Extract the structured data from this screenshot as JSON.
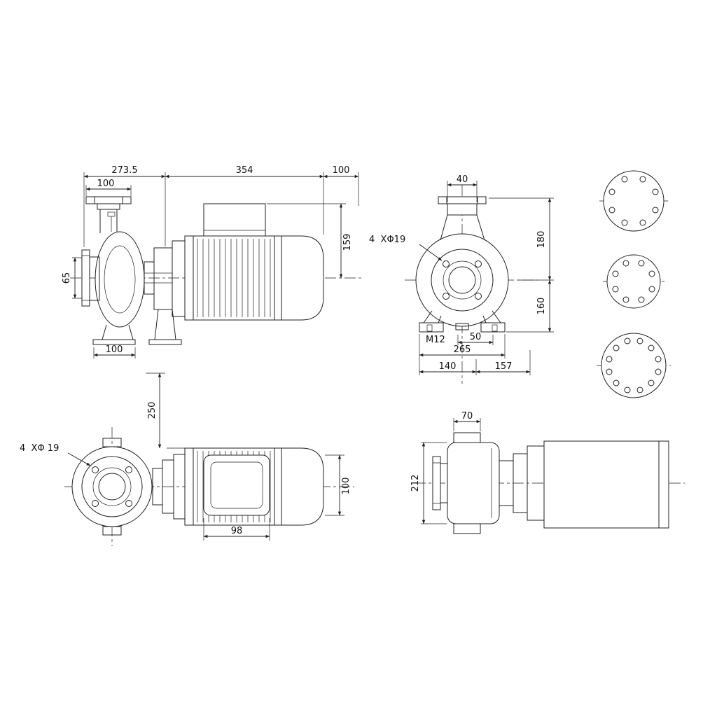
{
  "colors": {
    "line": "#1f1f1f",
    "background": "#ffffff"
  },
  "views": {
    "side": {
      "dim_pump_length": "273.5",
      "dim_motor_length": "354",
      "dim_clearance": "100",
      "dim_flange_width": "100",
      "dim_suction_flange": "65",
      "dim_motor_height": "159",
      "dim_foot_width": "100"
    },
    "front": {
      "dim_port_width": "40",
      "bolt_note": "4  XΦ19",
      "dim_top_to_center": "180",
      "dim_center_to_base": "160",
      "foot_thread": "M12",
      "dim_foot_holes": "50",
      "dim_base_width": "265",
      "dim_base_left": "140",
      "dim_base_right": "157"
    },
    "top": {
      "dim_center_offset": "250",
      "bolt_note": "4  XΦ 19",
      "dim_box_width": "98",
      "dim_box_depth": "100"
    },
    "end": {
      "dim_lug_width": "70",
      "dim_casing_height": "212"
    }
  }
}
